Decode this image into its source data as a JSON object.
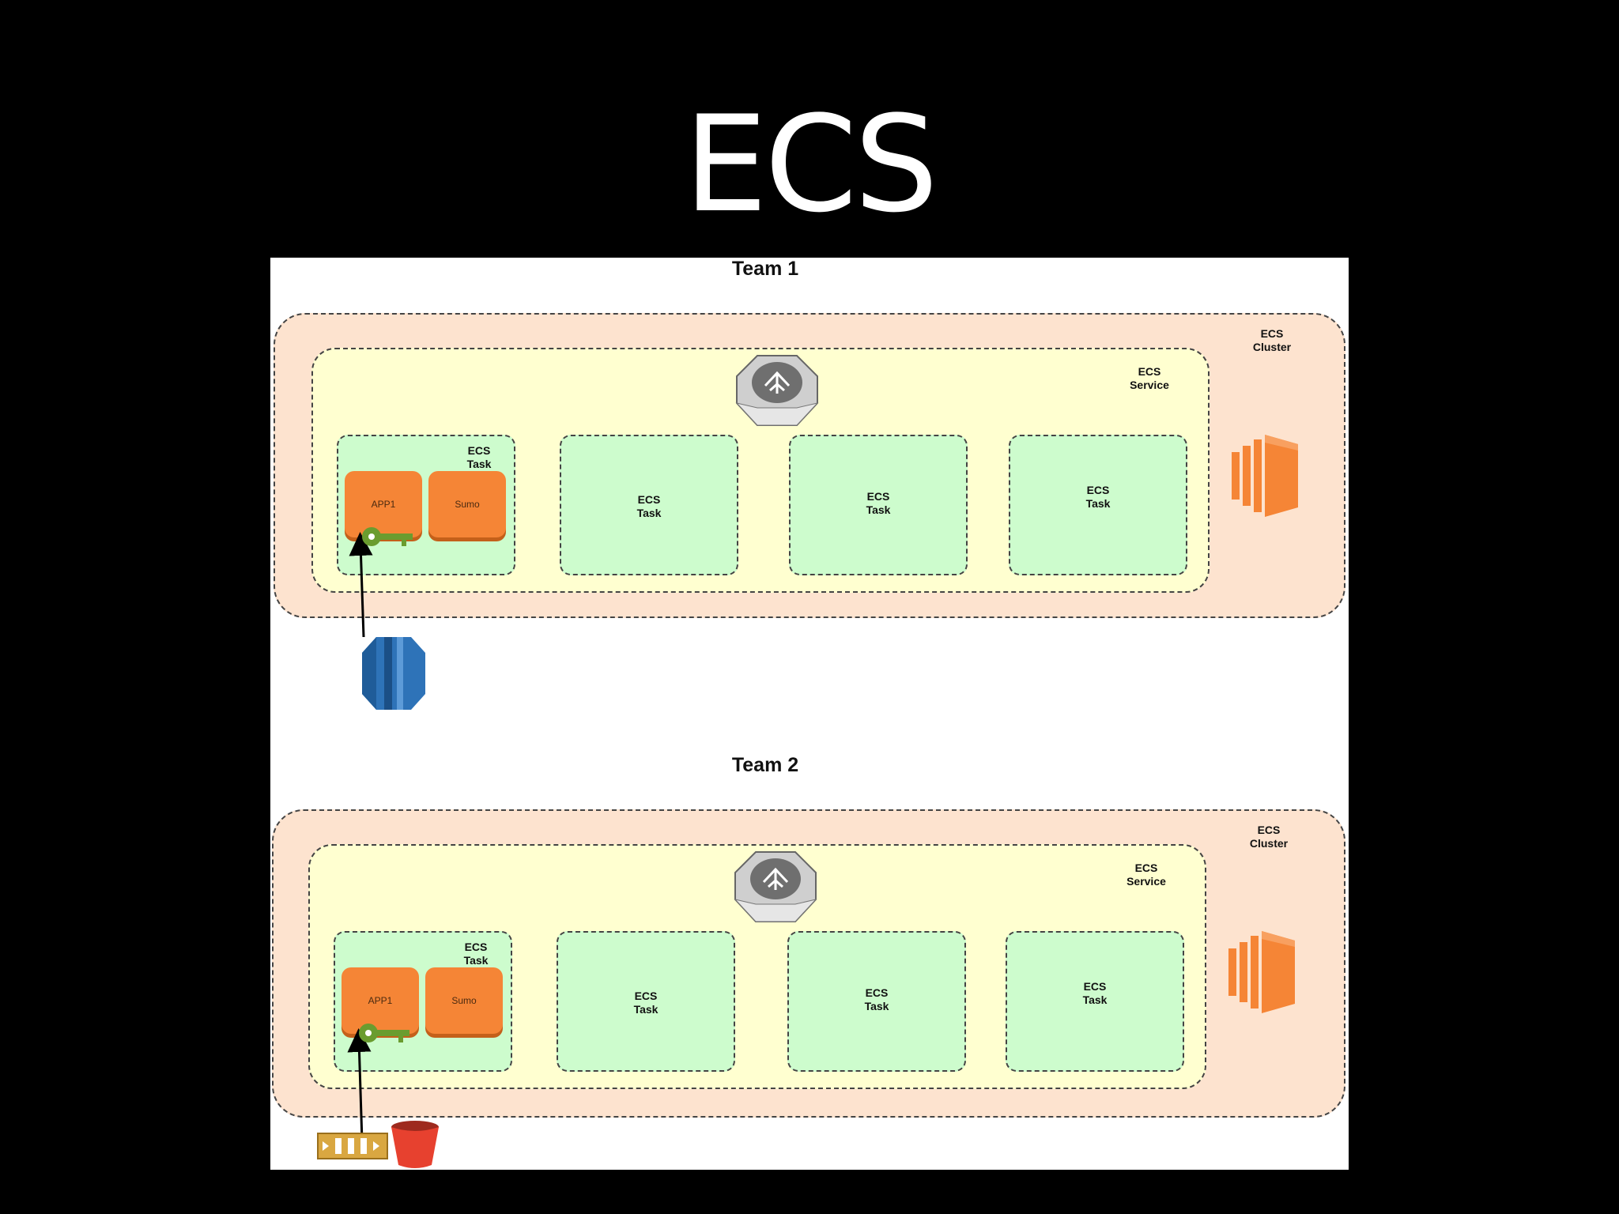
{
  "slide": {
    "title": "ECS"
  },
  "colors": {
    "background": "#000000",
    "cluster_fill": "#fde3cf",
    "service_fill": "#ffffd0",
    "task_fill": "#cdfccd",
    "container_fill": "#f58536",
    "ec2_orange": "#f58536",
    "key_green": "#6a9c2f",
    "database_blue": "#2e73b8",
    "bucket_red": "#e7412f"
  },
  "teams": [
    {
      "label": "Team 1",
      "cluster_label": "ECS\nCluster",
      "service_label": "ECS\nService",
      "tasks": [
        {
          "label": "ECS\nTask",
          "containers": [
            "APP1",
            "Sumo"
          ]
        },
        {
          "label": "ECS\nTask"
        },
        {
          "label": "ECS\nTask"
        },
        {
          "label": "ECS\nTask"
        }
      ],
      "icons": [
        "load-balancer-icon",
        "ec2-instances-icon",
        "key-icon",
        "database-icon"
      ]
    },
    {
      "label": "Team 2",
      "cluster_label": "ECS\nCluster",
      "service_label": "ECS\nService",
      "tasks": [
        {
          "label": "ECS\nTask",
          "containers": [
            "APP1",
            "Sumo"
          ]
        },
        {
          "label": "ECS\nTask"
        },
        {
          "label": "ECS\nTask"
        },
        {
          "label": "ECS\nTask"
        }
      ],
      "icons": [
        "load-balancer-icon",
        "ec2-instances-icon",
        "key-icon",
        "queue-icon",
        "s3-bucket-icon"
      ]
    }
  ]
}
